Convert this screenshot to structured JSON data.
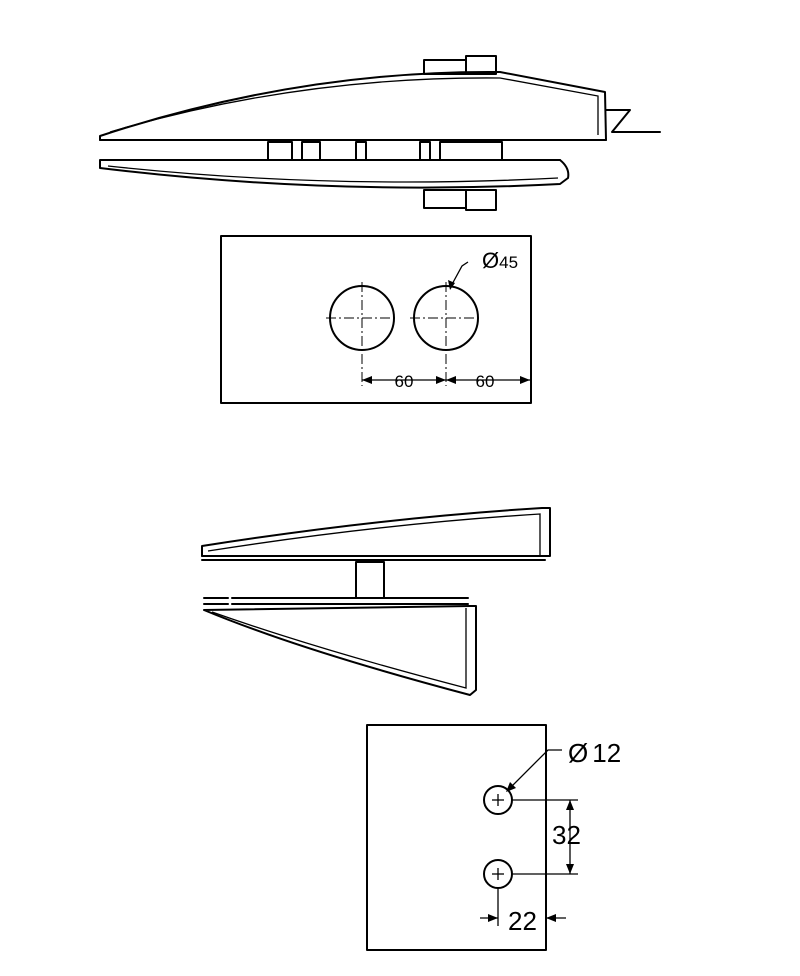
{
  "top_plan": {
    "hole_diameter": "45",
    "spacing_left": "60",
    "spacing_right": "60"
  },
  "bottom_plan": {
    "hole_diameter": "12",
    "vertical_spacing": "32",
    "edge_offset": "22"
  },
  "symbols": {
    "diameter": "Ø"
  }
}
